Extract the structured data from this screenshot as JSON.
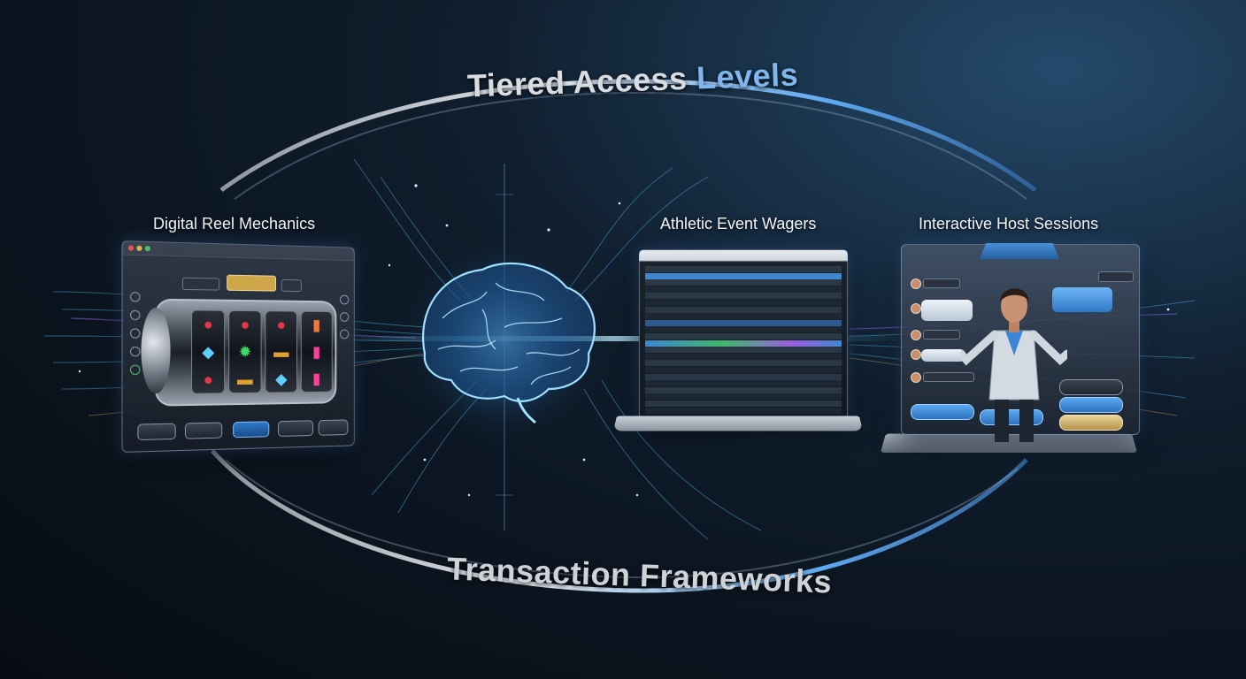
{
  "headings": {
    "top": {
      "part1": "Tiered Access",
      "part2": "Levels"
    },
    "bottom": {
      "text": "Transaction Frameworks"
    }
  },
  "panels": {
    "slot": {
      "label": "Digital Reel Mechanics"
    },
    "sports": {
      "label": "Athletic Event Wagers"
    },
    "host": {
      "label": "Interactive Host Sessions"
    }
  },
  "colors": {
    "accent_blue": "#7fb6ee",
    "ring_silver": "#c9ced4",
    "glow_cyan": "#5fd0ff",
    "background": "#0a121c"
  },
  "icons": {
    "center": "brain-icon",
    "slot_symbols": [
      "cherry-icon",
      "diamond-icon",
      "bar-icon",
      "seven-icon"
    ]
  }
}
